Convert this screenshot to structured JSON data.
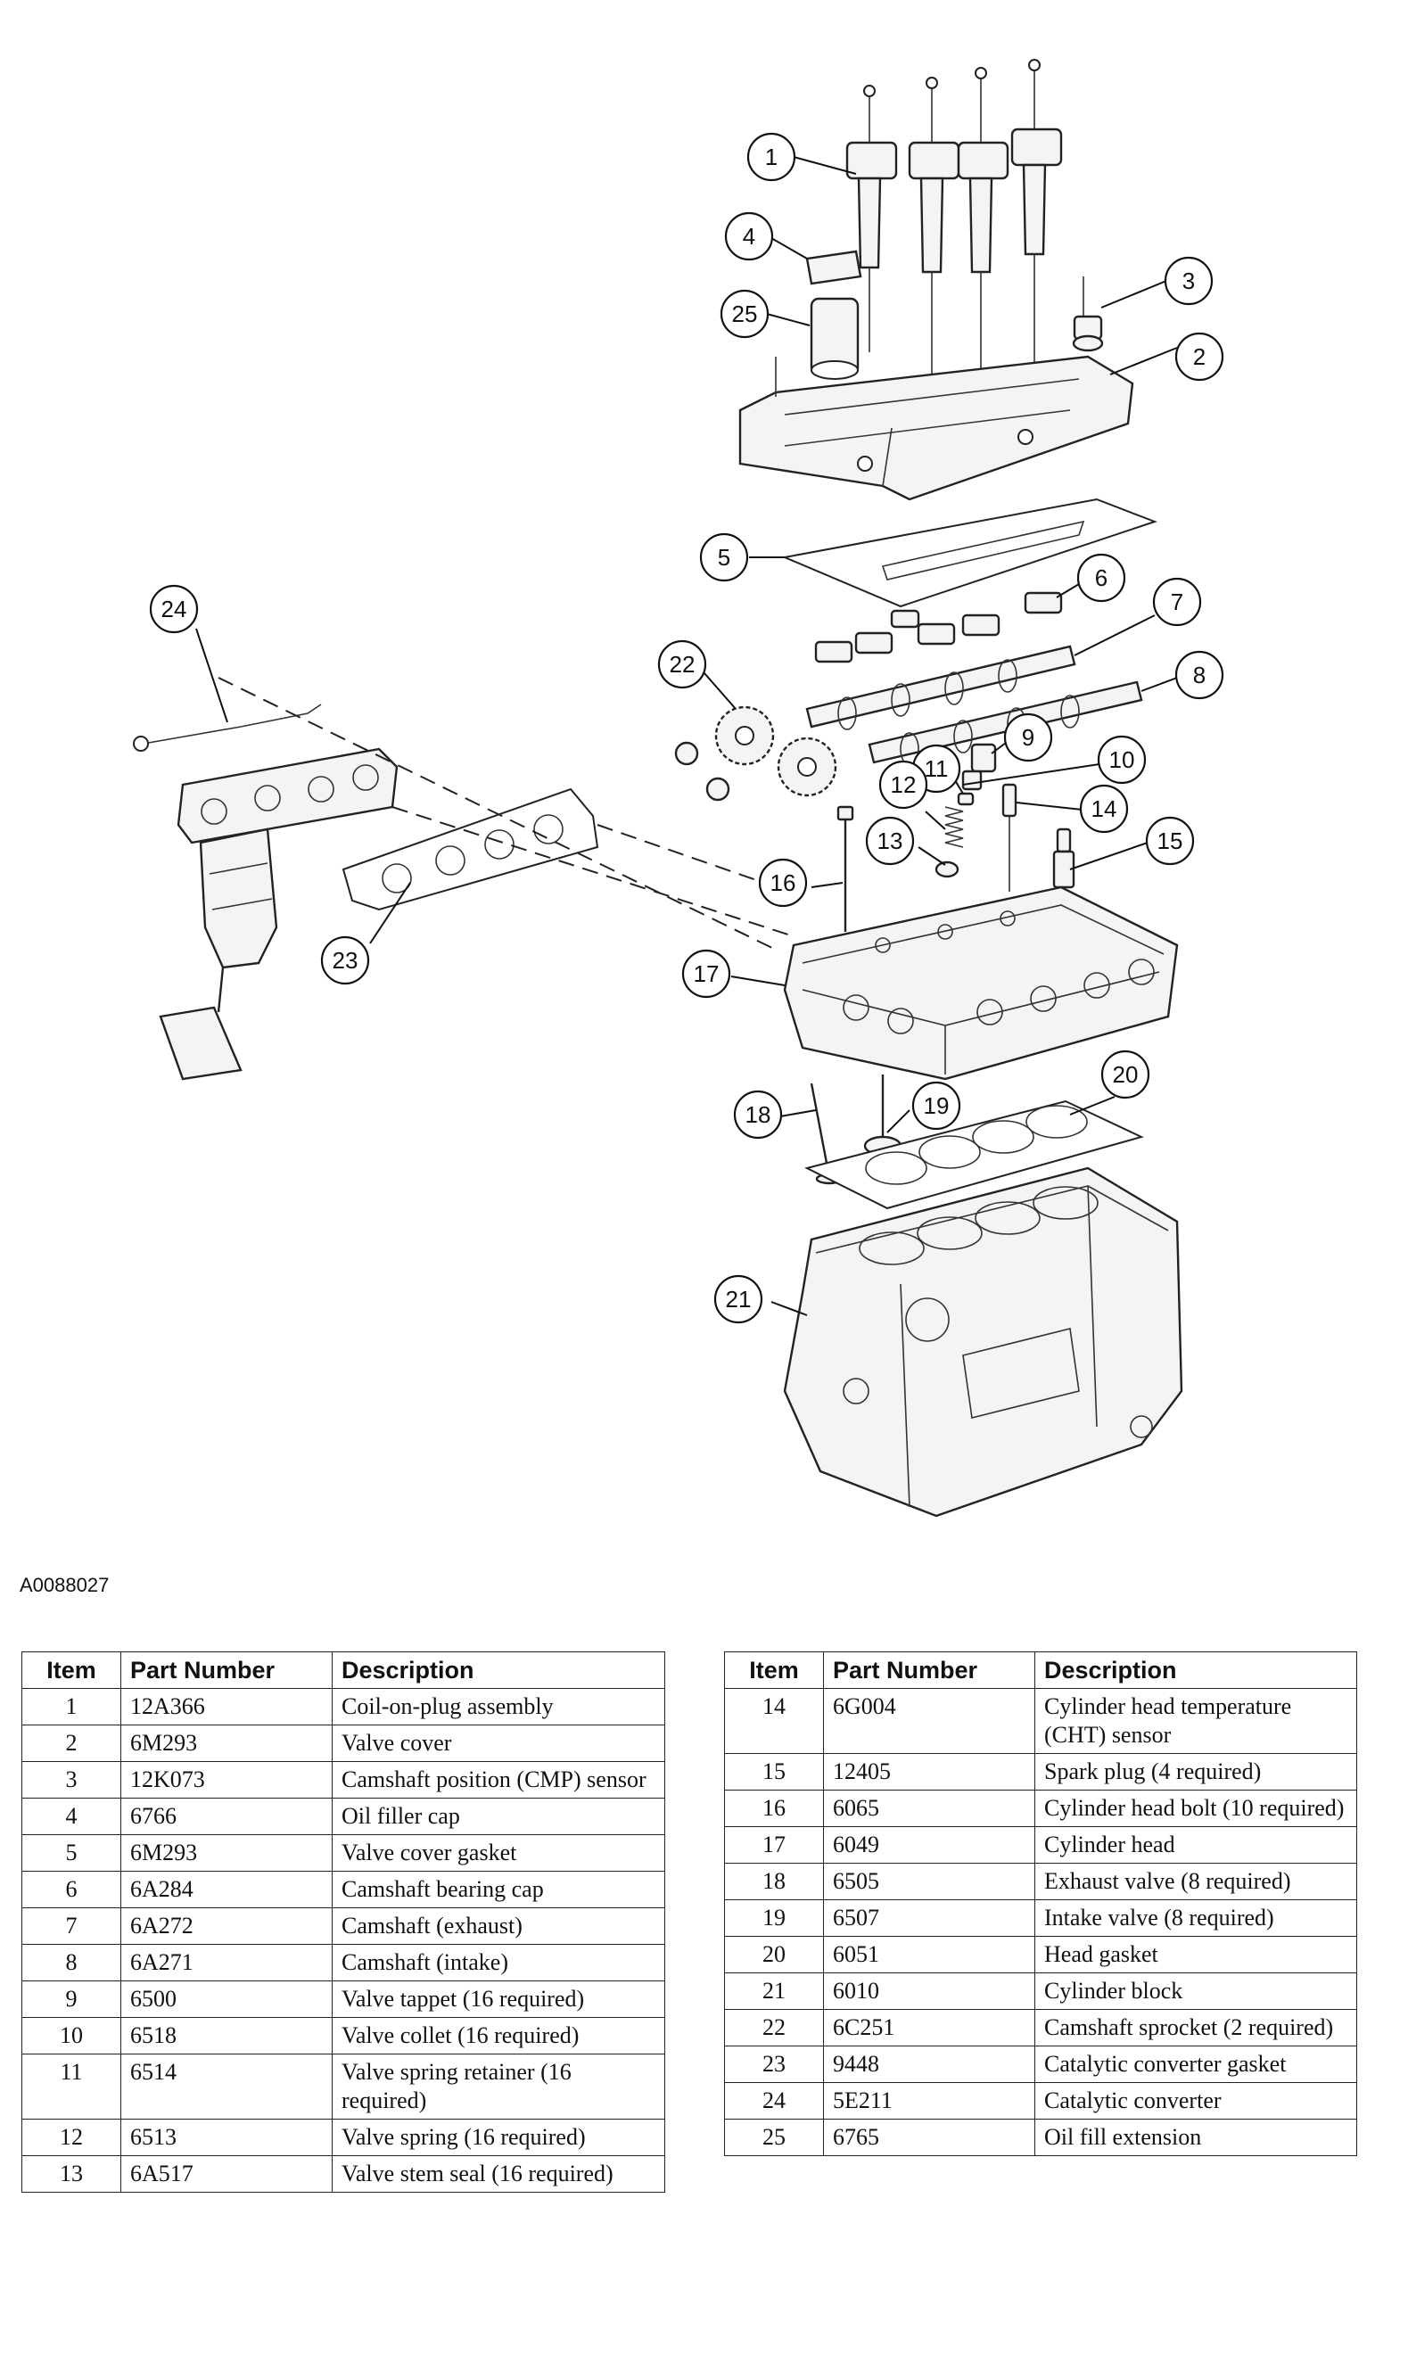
{
  "figure_id": "A0088027",
  "callouts": [
    "1",
    "2",
    "3",
    "4",
    "5",
    "6",
    "7",
    "8",
    "9",
    "10",
    "11",
    "12",
    "13",
    "14",
    "15",
    "16",
    "17",
    "18",
    "19",
    "20",
    "21",
    "22",
    "23",
    "24",
    "25"
  ],
  "table_headers": {
    "item": "Item",
    "part_number": "Part Number",
    "description": "Description"
  },
  "parts_left": [
    {
      "item": "1",
      "part": "12A366",
      "desc": "Coil-on-plug assembly"
    },
    {
      "item": "2",
      "part": "6M293",
      "desc": "Valve cover"
    },
    {
      "item": "3",
      "part": "12K073",
      "desc": "Camshaft position (CMP) sensor"
    },
    {
      "item": "4",
      "part": "6766",
      "desc": "Oil filler cap"
    },
    {
      "item": "5",
      "part": "6M293",
      "desc": "Valve cover gasket"
    },
    {
      "item": "6",
      "part": "6A284",
      "desc": "Camshaft bearing cap"
    },
    {
      "item": "7",
      "part": "6A272",
      "desc": "Camshaft (exhaust)"
    },
    {
      "item": "8",
      "part": "6A271",
      "desc": "Camshaft (intake)"
    },
    {
      "item": "9",
      "part": "6500",
      "desc": "Valve tappet (16 required)"
    },
    {
      "item": "10",
      "part": "6518",
      "desc": "Valve collet (16 required)"
    },
    {
      "item": "11",
      "part": "6514",
      "desc": "Valve spring retainer (16 required)"
    },
    {
      "item": "12",
      "part": "6513",
      "desc": "Valve spring (16 required)"
    },
    {
      "item": "13",
      "part": "6A517",
      "desc": "Valve stem seal (16 required)"
    }
  ],
  "parts_right": [
    {
      "item": "14",
      "part": "6G004",
      "desc": "Cylinder head temperature (CHT) sensor"
    },
    {
      "item": "15",
      "part": "12405",
      "desc": "Spark plug (4 required)"
    },
    {
      "item": "16",
      "part": "6065",
      "desc": "Cylinder head bolt (10 required)"
    },
    {
      "item": "17",
      "part": "6049",
      "desc": "Cylinder head"
    },
    {
      "item": "18",
      "part": "6505",
      "desc": "Exhaust valve (8 required)"
    },
    {
      "item": "19",
      "part": "6507",
      "desc": "Intake valve (8 required)"
    },
    {
      "item": "20",
      "part": "6051",
      "desc": "Head gasket"
    },
    {
      "item": "21",
      "part": "6010",
      "desc": "Cylinder block"
    },
    {
      "item": "22",
      "part": "6C251",
      "desc": "Camshaft sprocket (2 required)"
    },
    {
      "item": "23",
      "part": "9448",
      "desc": "Catalytic converter gasket"
    },
    {
      "item": "24",
      "part": "5E211",
      "desc": "Catalytic converter"
    },
    {
      "item": "25",
      "part": "6765",
      "desc": "Oil fill extension"
    }
  ]
}
